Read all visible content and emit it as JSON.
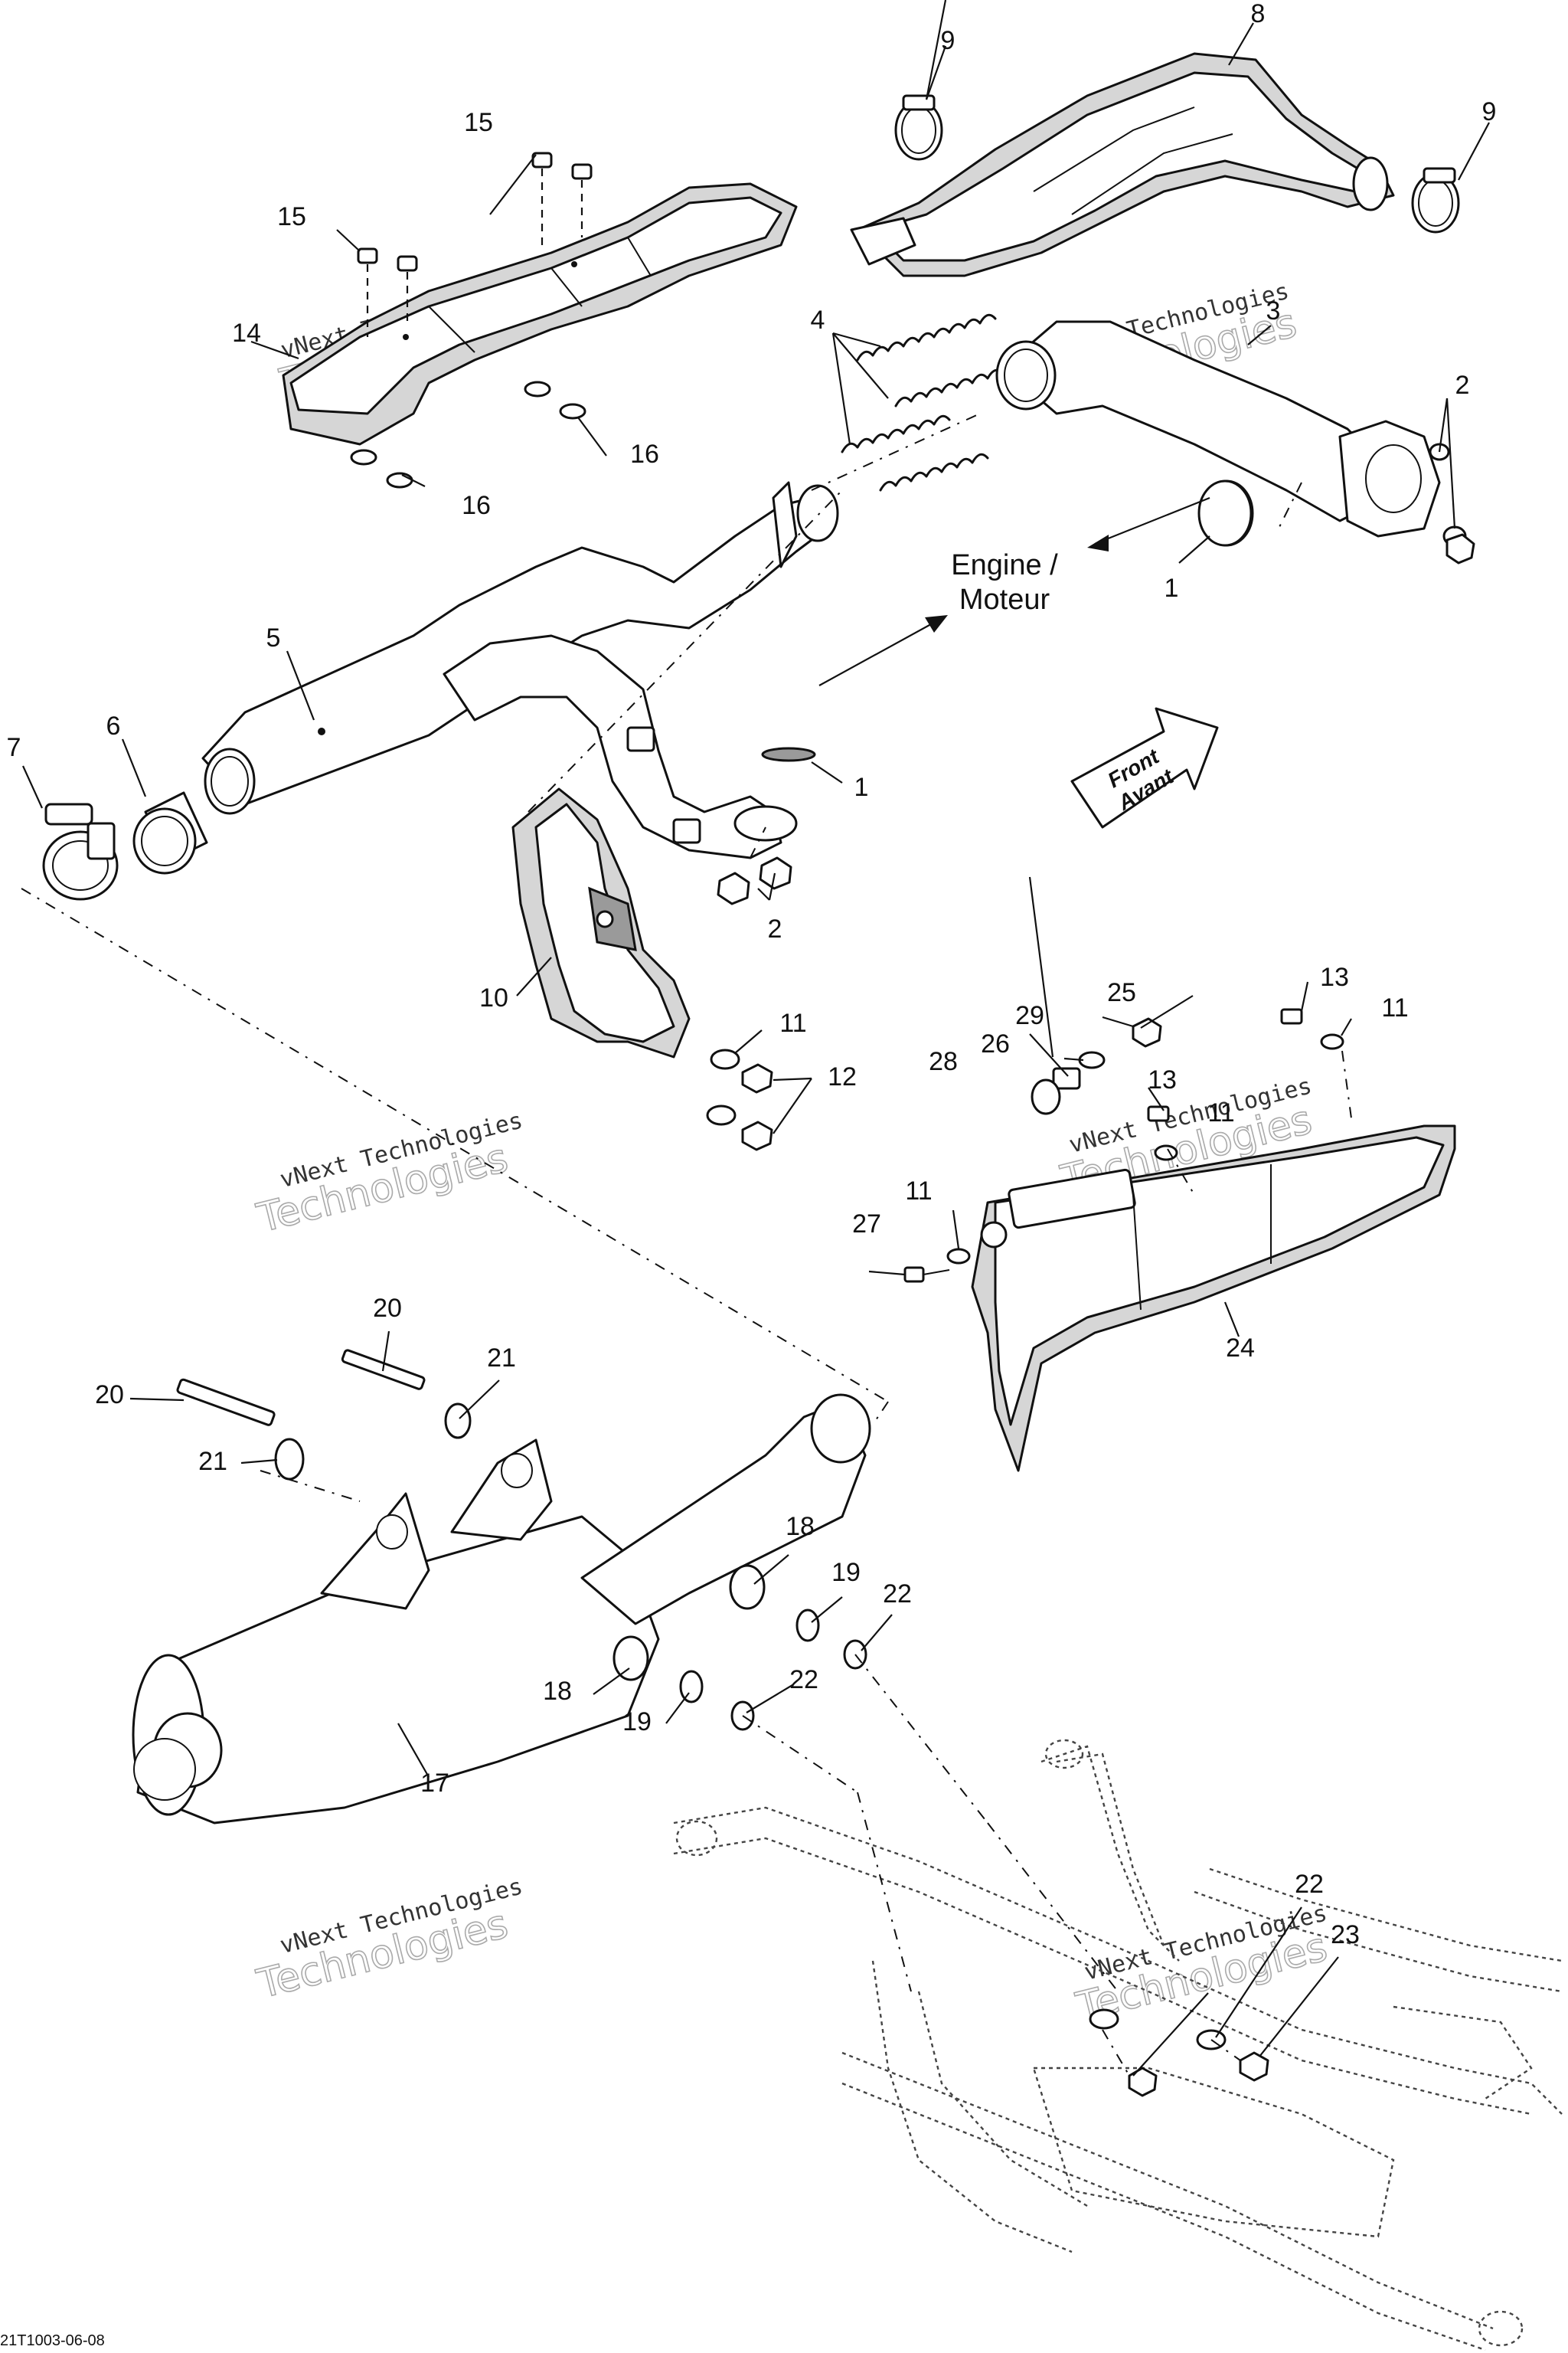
{
  "diagram": {
    "reference_code": "21T1003-06-08",
    "engine_label": {
      "line1": "Engine /",
      "line2": "Moteur"
    },
    "front_label": {
      "line1": "Front",
      "line2": "Avant"
    },
    "watermark": {
      "line1": "vNext Technologies",
      "line2": "Technologies"
    }
  },
  "callouts": [
    {
      "id": "c1a",
      "text": "1"
    },
    {
      "id": "c1b",
      "text": "1"
    },
    {
      "id": "c2a",
      "text": "2"
    },
    {
      "id": "c2b",
      "text": "2"
    },
    {
      "id": "c3",
      "text": "3"
    },
    {
      "id": "c4",
      "text": "4"
    },
    {
      "id": "c5",
      "text": "5"
    },
    {
      "id": "c6",
      "text": "6"
    },
    {
      "id": "c7",
      "text": "7"
    },
    {
      "id": "c8",
      "text": "8"
    },
    {
      "id": "c9a",
      "text": "9"
    },
    {
      "id": "c9b",
      "text": "9"
    },
    {
      "id": "c10",
      "text": "10"
    },
    {
      "id": "c11a",
      "text": "11"
    },
    {
      "id": "c11b",
      "text": "11"
    },
    {
      "id": "c11c",
      "text": "11"
    },
    {
      "id": "c11d",
      "text": "11"
    },
    {
      "id": "c12",
      "text": "12"
    },
    {
      "id": "c13a",
      "text": "13"
    },
    {
      "id": "c13b",
      "text": "13"
    },
    {
      "id": "c14",
      "text": "14"
    },
    {
      "id": "c15a",
      "text": "15"
    },
    {
      "id": "c15b",
      "text": "15"
    },
    {
      "id": "c16a",
      "text": "16"
    },
    {
      "id": "c16b",
      "text": "16"
    },
    {
      "id": "c17",
      "text": "17"
    },
    {
      "id": "c18a",
      "text": "18"
    },
    {
      "id": "c18b",
      "text": "18"
    },
    {
      "id": "c19a",
      "text": "19"
    },
    {
      "id": "c19b",
      "text": "19"
    },
    {
      "id": "c20a",
      "text": "20"
    },
    {
      "id": "c20b",
      "text": "20"
    },
    {
      "id": "c21a",
      "text": "21"
    },
    {
      "id": "c21b",
      "text": "21"
    },
    {
      "id": "c22a",
      "text": "22"
    },
    {
      "id": "c22b",
      "text": "22"
    },
    {
      "id": "c22c",
      "text": "22"
    },
    {
      "id": "c23",
      "text": "23"
    },
    {
      "id": "c24",
      "text": "24"
    },
    {
      "id": "c25",
      "text": "25"
    },
    {
      "id": "c26",
      "text": "26"
    },
    {
      "id": "c27",
      "text": "27"
    },
    {
      "id": "c28",
      "text": "28"
    },
    {
      "id": "c29",
      "text": "29"
    }
  ]
}
